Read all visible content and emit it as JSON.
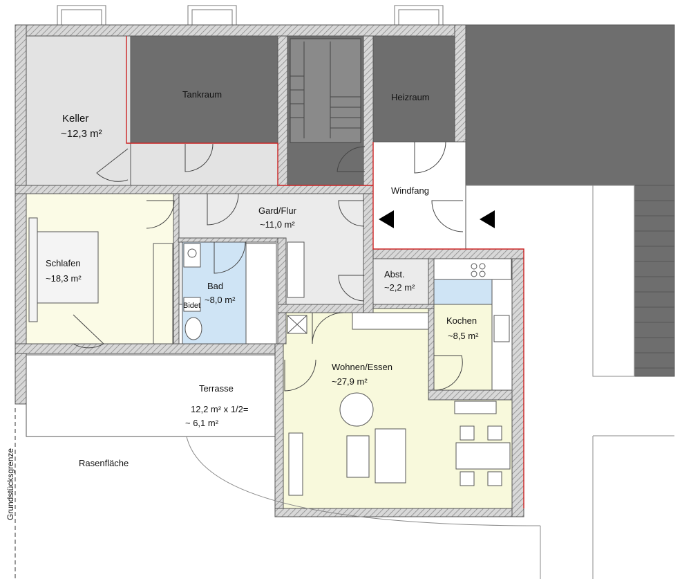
{
  "rooms": {
    "keller": {
      "name": "Keller",
      "area": "~12,3 m²"
    },
    "tankraum": {
      "name": "Tankraum"
    },
    "heizraum": {
      "name": "Heizraum"
    },
    "windfang": {
      "name": "Windfang"
    },
    "gard_flur": {
      "name": "Gard/Flur",
      "area": "~11,0 m²"
    },
    "schlafen": {
      "name": "Schlafen",
      "area": "~18,3 m²"
    },
    "bad": {
      "name": "Bad",
      "area": "~8,0 m²"
    },
    "bidet": {
      "name": "Bidet"
    },
    "abst": {
      "name": "Abst.",
      "area": "~2,2 m²"
    },
    "kochen": {
      "name": "Kochen",
      "area": "~8,5 m²"
    },
    "wohnen": {
      "name": "Wohnen/Essen",
      "area": "~27,9 m²"
    },
    "terrasse": {
      "name": "Terrasse",
      "calc": "12,2 m² x 1/2=",
      "area": "~ 6,1 m²"
    }
  },
  "outside": {
    "lawn": "Rasenfläche",
    "boundary": "Grundstücksgrenze"
  },
  "colors": {
    "wall_hatch": "#b0b0b0",
    "dark_room": "#6e6e6e",
    "basement": "#e3e3e3",
    "hallway": "#ebebeb",
    "bedroom": "#fbfbe6",
    "living": "#f8f9dc",
    "bath_kitchen": "#cfe4f5",
    "red_line": "#cc2222"
  }
}
